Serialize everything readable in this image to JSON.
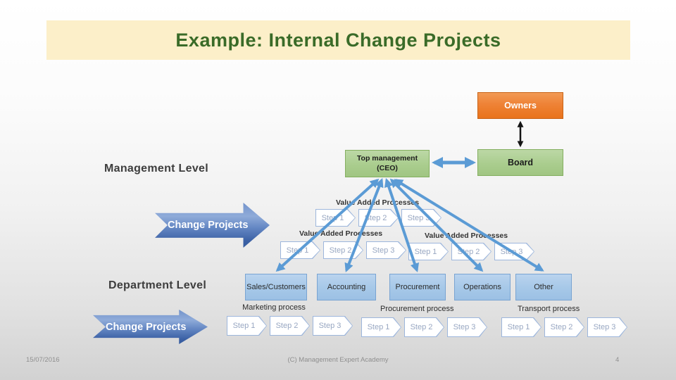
{
  "slide": {
    "title": "Example: Internal Change Projects",
    "footer": {
      "date": "15/07/2016",
      "copyright": "(C) Management Expert Academy",
      "page_number": "4"
    }
  },
  "org": {
    "owners_label": "Owners",
    "board_label": "Board",
    "ceo_line1": "Top management",
    "ceo_line2": "(CEO)"
  },
  "levels": {
    "management": "Management Level",
    "department": "Department Level"
  },
  "change_projects_label": "Change Projects",
  "value_added_label": "Value Added Processes",
  "steps": [
    "Step 1",
    "Step 2",
    "Step 3"
  ],
  "departments": [
    {
      "label": "Sales/Customers"
    },
    {
      "label": "Accounting"
    },
    {
      "label": "Procurement"
    },
    {
      "label": "Operations"
    },
    {
      "label": "Other"
    }
  ],
  "processes": {
    "marketing": "Marketing process",
    "procurement": "Procurement process",
    "transport": "Transport process"
  },
  "colors": {
    "accent_blue": "#5b9bd5",
    "owners_orange": "#ed7d31",
    "org_green": "#aacd8e",
    "title_cream": "#fcefc9",
    "title_green": "#3a6b28"
  }
}
